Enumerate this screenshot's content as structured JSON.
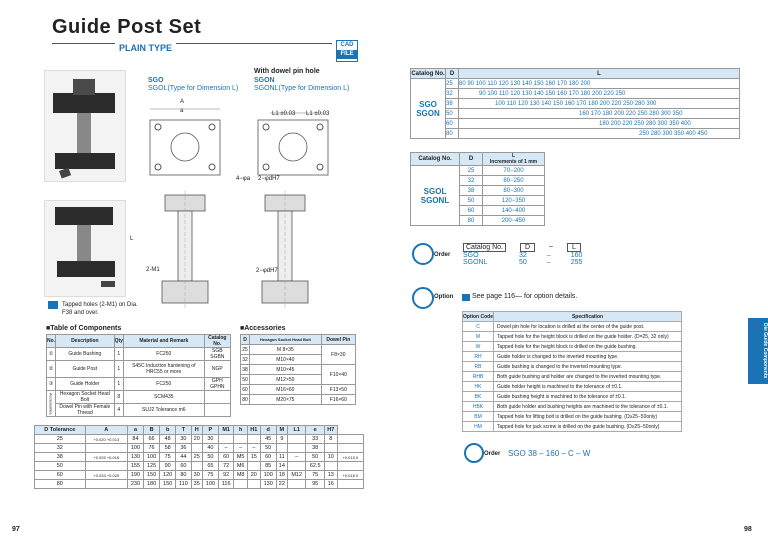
{
  "header": {
    "title": "Guide Post Set",
    "subtitle": "PLAIN TYPE",
    "cad_top": "CAD",
    "cad_bottom": "FILE"
  },
  "drawing": {
    "type_a_line1": "SGO",
    "type_a_line2": "SGOL(Type for Dimension L)",
    "dowel_heading": "With dowel pin hole",
    "type_b_line1": "SGON",
    "type_b_line2": "SGONL(Type for Dimension L)",
    "dim_A": "A",
    "dim_a": "a",
    "dim_L1_left": "L1 ±0.03",
    "dim_L1_right": "L1 ±0.03",
    "dim_hole": "4−φa",
    "dim_pin": "2−φdH7",
    "dim_M1": "2-M1",
    "dim_H": "2−φdH7",
    "dim_L": "L",
    "note_tapped": "Tapped holes (2-M1) on Dia. F38 and over."
  },
  "components": {
    "heading": "■Table of Components",
    "headers": [
      "No.",
      "Description",
      "Qty",
      "Material and Remark",
      "Catalog No."
    ],
    "rows": [
      [
        "①",
        "Guide Bushing",
        "1",
        "FC250",
        "SGB SGBN"
      ],
      [
        "②",
        "Guide Post",
        "1",
        "S45C  Induction hardening of HRC55 or more",
        "NGP"
      ],
      [
        "③",
        "Guide Holder",
        "1",
        "FC250",
        "GPH GPHN"
      ],
      [
        "",
        "Hexagon Socket Head Bolt",
        "8",
        "SCM435",
        ""
      ],
      [
        "",
        "Dowel Pin with Female Thread",
        "4",
        "SUJ2  Tolerance m6",
        ""
      ]
    ],
    "side_label": "Accessories"
  },
  "accessories": {
    "heading": "■Accessories",
    "headers": [
      "D",
      "Hexagon Socket Head Bolt",
      "Dowel Pin"
    ],
    "rows": [
      [
        "25",
        "M 8×35",
        "F8×30"
      ],
      [
        "32",
        "M10×40",
        ""
      ],
      [
        "38",
        "M10×45",
        "F10×40"
      ],
      [
        "50",
        "M12×50",
        ""
      ],
      [
        "60",
        "M16×60",
        "F13×50"
      ],
      [
        "80",
        "M20×75",
        "F16×60"
      ]
    ]
  },
  "dimensions": {
    "headers": [
      "D Tolerance",
      "A",
      "a",
      "B",
      "b",
      "T",
      "H",
      "P",
      "M1",
      "h",
      "H1",
      "d",
      "M",
      "L1",
      "e",
      "H7"
    ],
    "rows": [
      [
        "25",
        "+0.020 +0.013",
        "84",
        "66",
        "48",
        "30",
        "20",
        "30",
        "",
        "",
        "",
        "45",
        "9",
        "",
        "33",
        "8",
        ""
      ],
      [
        "32",
        "",
        "100",
        "76",
        "58",
        "36",
        "",
        "40",
        "–",
        "–",
        "–",
        "50",
        "",
        "",
        "38",
        "",
        ""
      ],
      [
        "38",
        "+0.025 +0.016",
        "130",
        "100",
        "75",
        "44",
        "25",
        "50",
        "60",
        "M5",
        "15",
        "60",
        "11",
        "–",
        "50",
        "10",
        "+0.015 0"
      ],
      [
        "50",
        "",
        "155",
        "125",
        "90",
        "60",
        "",
        "65",
        "72",
        "M6",
        "",
        "85",
        "14",
        "",
        "62.5",
        "",
        ""
      ],
      [
        "60",
        "+0.033 +0.020",
        "190",
        "150",
        "120",
        "80",
        "30",
        "75",
        "92",
        "M8",
        "20",
        "100",
        "18",
        "M12",
        "75",
        "13",
        "+0.018 0"
      ],
      [
        "80",
        "",
        "230",
        "180",
        "150",
        "110",
        "35",
        "100",
        "116",
        "",
        "",
        "130",
        "22",
        "",
        "95",
        "16",
        ""
      ]
    ]
  },
  "catalog_L": {
    "headers": [
      "Catalog No.",
      "D",
      "L"
    ],
    "name1": "SGO",
    "name2": "SGON",
    "rows": [
      [
        "25",
        "80 90 100 110 120 130 140 150 160 170 180 200"
      ],
      [
        "32",
        "90 100 110 120 130 140 150 160 170 180 200 220 250"
      ],
      [
        "38",
        "100 110 120 130 140 150 160 170 180 200 220 250 280 300"
      ],
      [
        "50",
        "160 170 180 200 220 250 280 300 350"
      ],
      [
        "60",
        "180 200 220 250 280 300 350 400"
      ],
      [
        "80",
        "250 280 300 350 400 450"
      ]
    ]
  },
  "catalog_inc": {
    "headers": [
      "Catalog No.",
      "D",
      "L",
      "Increments of 1 mm"
    ],
    "name1": "SGOL",
    "name2": "SGONL",
    "rows": [
      [
        "25",
        "70−200"
      ],
      [
        "32",
        "80−250"
      ],
      [
        "38",
        "80−300"
      ],
      [
        "50",
        "120−350"
      ],
      [
        "60",
        "140−400"
      ],
      [
        "80",
        "200−450"
      ]
    ]
  },
  "order1": {
    "label": "Order",
    "headers": [
      "Catalog  No.",
      "D",
      "–",
      "L"
    ],
    "rows": [
      [
        "SGO",
        "32",
        "–",
        "160"
      ],
      [
        "SGONL",
        "50",
        "–",
        "255"
      ]
    ]
  },
  "option": {
    "label": "Option",
    "note": "See page 116— for option details.",
    "headers": [
      "Option Code",
      "Specification"
    ],
    "rows": [
      [
        "C",
        "Dowel pin hole for location is drilled at the center of the guide post."
      ],
      [
        "M",
        "Tapped hole for the height block is drilled on the guide holder. (D=25, 32 only)"
      ],
      [
        "W",
        "Tapped hole for the height block is drilled on the guide bushing."
      ],
      [
        "RH",
        "Guide holder is changed to the inverted mounting type."
      ],
      [
        "RB",
        "Guide bushing is changed to the inverted mounting type."
      ],
      [
        "RHB",
        "Both guide bushing and holder are changed to the inverted mounting type."
      ],
      [
        "HK",
        "Guide holder height is machined to the tolerance of ±0.1."
      ],
      [
        "BK",
        "Guide bushing height is machined to the tolerance of ±0.1."
      ],
      [
        "HBK",
        "Both guide holder and bushing heights are machined to the tolerance of ±0.1."
      ],
      [
        "BM",
        "Tapped hole for lifting bolt is drilled on the guide bushing. (D≥25−50only)"
      ],
      [
        "HM",
        "Tapped hole for jack screw is drilled on the guide bushing. (D≥25−50only)"
      ]
    ]
  },
  "order2": {
    "label": "Order",
    "example": "SGO 38 – 160 – C – W"
  },
  "side_tab": "Die Guide Components",
  "pages": {
    "left": "97",
    "right": "98"
  },
  "colors": {
    "accent": "#1a73b5",
    "header_fill": "#d6e8f5"
  }
}
